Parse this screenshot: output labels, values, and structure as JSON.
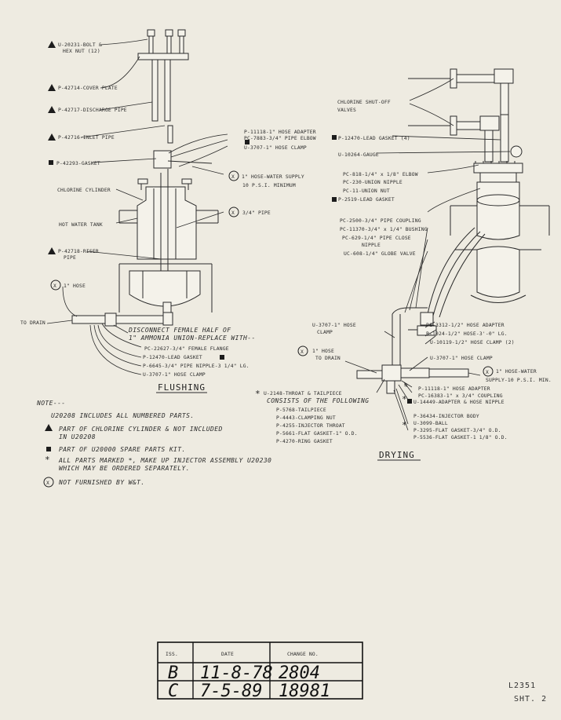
{
  "flushing": {
    "title": "FLUSHING",
    "bolt_1": "U-20231-BOLT &",
    "bolt_2": "HEX NUT (12)",
    "cover_plate": "P-42714-COVER PLATE",
    "discharge_pipe": "P-42717-DISCHARGE PIPE",
    "inlet_pipe": "P-42716-INLET PIPE",
    "gasket": "P-42293-GASKET",
    "cylinder": "CHLORINE CYLINDER",
    "hot_water_tank": "HOT WATER TANK",
    "riser_1": "P-42718-RISER",
    "riser_2": "PIPE",
    "hose_adapter": "P-11118-1\" HOSE ADAPTER",
    "pipe_elbow": "PC-7883-3/4\" PIPE ELBOW",
    "hose_clamp": "U-3707-1\" HOSE CLAMP",
    "hose_water_1": "1\" HOSE-WATER SUPPLY",
    "hose_water_2": "10 P.S.I. MINIMUM",
    "pipe_34": "3/4\" PIPE",
    "hose_1in": "1\" HOSE",
    "to_drain": "TO DRAIN",
    "disconnect_1": "DISCONNECT FEMALE HALF OF",
    "disconnect_2": "1\" AMMONIA UNION-REPLACE WITH--",
    "female_flange": "PC-22627-3/4\" FEMALE FLANGE",
    "lead_gasket": "P-12470-LEAD GASKET",
    "pipe_nipple": "P-6645-3/4\" PIPE NIPPLE-3 1/4\" LG.",
    "hose_clamp_2": "U-3707-1\" HOSE CLAMP"
  },
  "drying": {
    "title": "DRYING",
    "shutoff_1": "CHLORINE SHUT-OFF",
    "shutoff_2": "VALVES",
    "lead_gasket_4": "P-12470-LEAD GASKET (4)",
    "gauge": "U-10264-GAUGE",
    "elbow": "PC-818-1/4\" x 1/8\" ELBOW",
    "union_nipple": "PC-230-UNION NIPPLE",
    "union_nut": "PC-11-UNION NUT",
    "lead_gasket_2519": "P-2519-LEAD GASKET",
    "pipe_coupling": "PC-2500-3/4\" PIPE COUPLING",
    "bushing": "PC-11370-3/4\" x 1/4\" BUSHING",
    "close_nipple_1": "PC-629-1/4\" PIPE CLOSE",
    "close_nipple_2": "NIPPLE",
    "globe_valve": "UC-608-1/4\" GLOBE VALVE",
    "hose_clamp_a_1": "U-3707-1\" HOSE",
    "hose_clamp_a_2": "CLAMP",
    "hose_adapter_half": "PC-3312-1/2\" HOSE ADAPTER",
    "hose_lg": "P-1024-1/2\" HOSE-3'-0\" LG.",
    "hose_clamp_half": "U-10119-1/2\" HOSE CLAMP (2)",
    "hose_drain_1": "1\" HOSE",
    "hose_drain_2": "TO DRAIN",
    "hose_clamp_b": "U-3707-1\" HOSE CLAMP",
    "hose_water_1": "1\" HOSE-WATER",
    "hose_water_2": "SUPPLY-10 P.S.I. MIN.",
    "throat_1": "U-2148-THROAT & TAILPIECE",
    "throat_2": "CONSISTS OF THE FOLLOWING",
    "tailpiece": "P-5768-TAILPIECE",
    "clamping_nut": "P-4443-CLAMPING NUT",
    "injector_throat": "P-4255-INJECTOR THROAT",
    "flat_gasket_1": "P-5661-FLAT GASKET-1\" O.D.",
    "ring_gasket": "P-4270-RING GASKET",
    "hose_adapter_1in": "P-11118-1\" HOSE ADAPTER",
    "coupling": "PC-16383-1\" x 3/4\" COUPLING",
    "adapter_nipple": "U-14449-ADAPTER & HOSE NIPPLE",
    "injector_body": "P-36434-INJECTOR BODY",
    "ball": "U-3099-BALL",
    "flat_gasket_34": "P-3295-FLAT GASKET-3/4\" O.D.",
    "flat_gasket_118": "P-5536-FLAT GASKET-1 1/8\" O.D."
  },
  "notes": {
    "heading": "NOTE---",
    "line1": "U20208 INCLUDES ALL NUMBERED PARTS.",
    "line2a": "PART OF CHLORINE CYLINDER & NOT INCLUDED",
    "line2b": "IN U20208",
    "line3": "PART OF U20000 SPARE PARTS KIT.",
    "line4a": "ALL PARTS MARKED *, MAKE UP INJECTOR ASSEMBLY U20230",
    "line4b": "WHICH MAY BE ORDERED SEPARATELY.",
    "line5": "NOT FURNISHED BY W&T."
  },
  "revisions": {
    "headers": [
      "ISS.",
      "DATE",
      "CHANGE NO."
    ],
    "rows": [
      [
        "B",
        "11-8-78",
        "2804"
      ],
      [
        "C",
        "7-5-89",
        "18981"
      ]
    ]
  },
  "sheet": {
    "line1": "L2351",
    "line2": "SHT. 2"
  }
}
